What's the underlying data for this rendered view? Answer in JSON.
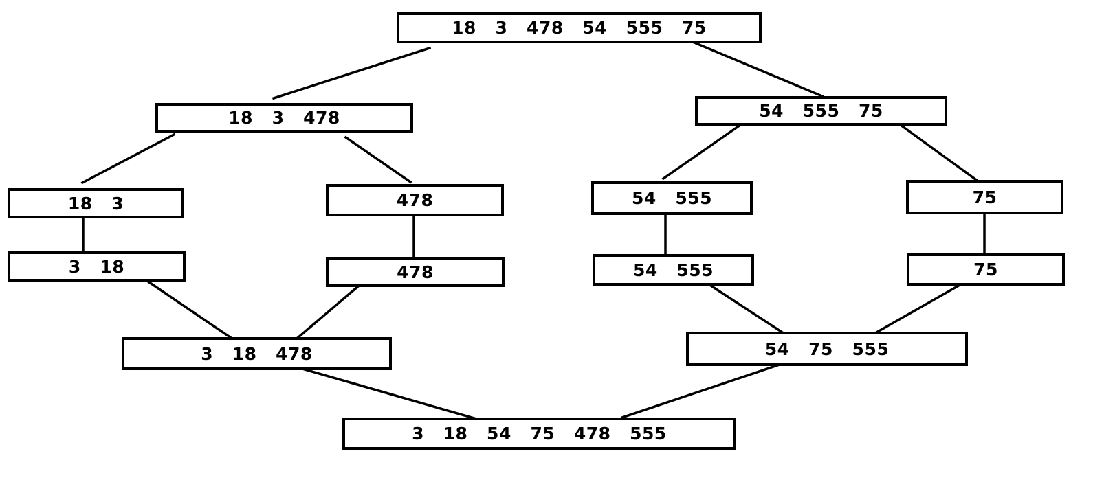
{
  "diagram": {
    "root": "18   3   478   54   555   75",
    "left_split": "18   3   478",
    "right_split": "54   555   75",
    "left_left": "18   3",
    "left_right": "478",
    "right_left": "54   555",
    "right_right": "75",
    "left_left_sorted": "3   18",
    "left_right_sorted": "478",
    "right_left_sorted": "54   555",
    "right_right_sorted": "75",
    "left_merged": "3   18   478",
    "right_merged": "54   75   555",
    "final": "3   18   54   75   478   555"
  }
}
